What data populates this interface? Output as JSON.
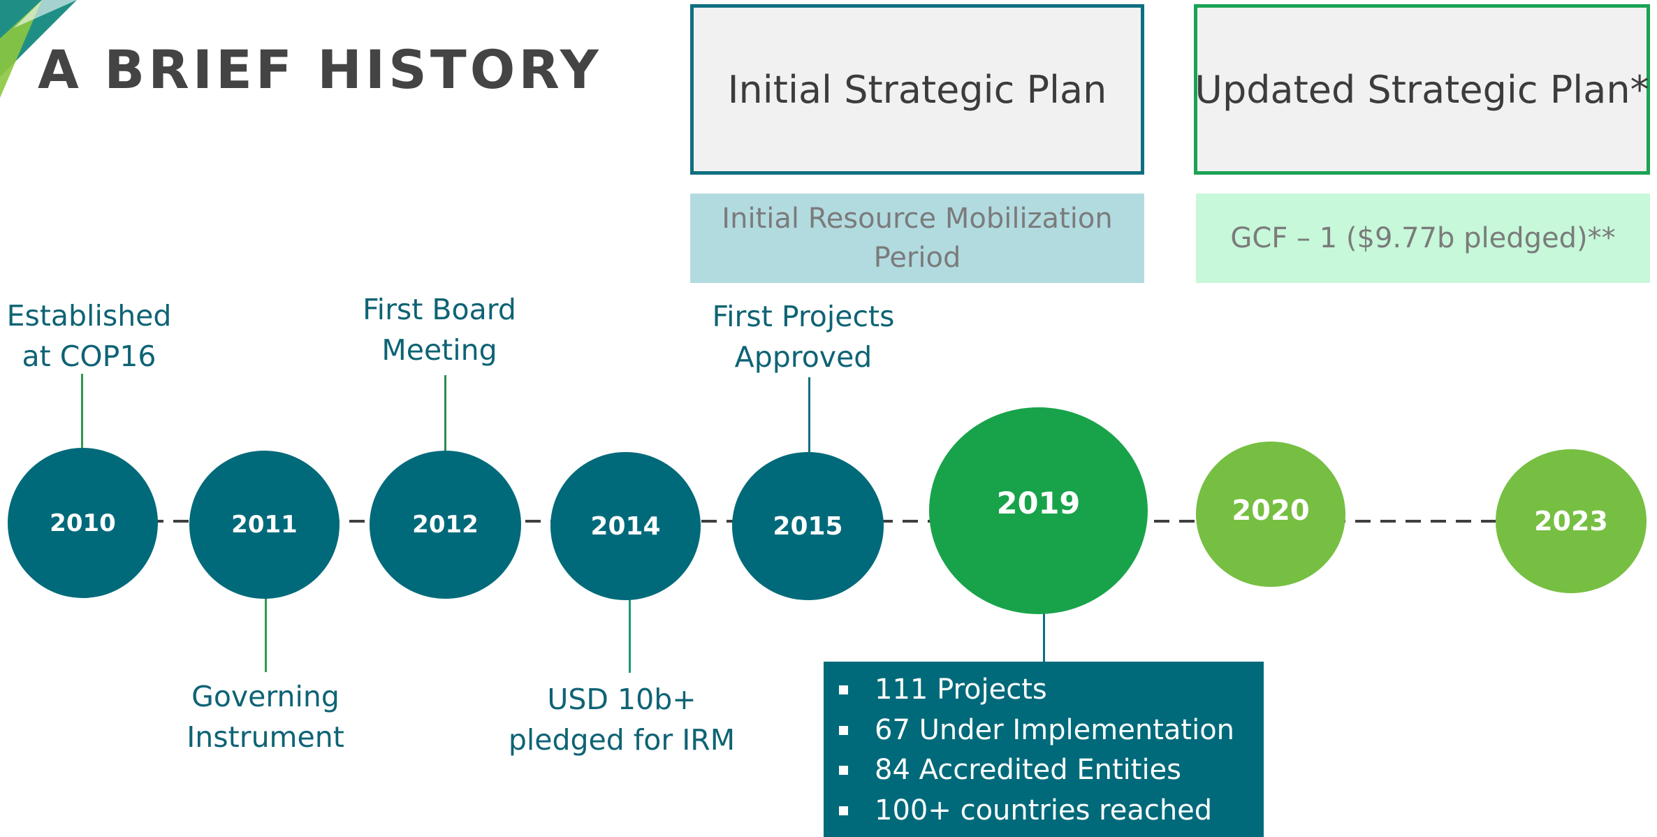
{
  "title": "A BRIEF HISTORY",
  "plans": {
    "initial": "Initial Strategic Plan",
    "updated": "Updated  Strategic Plan*"
  },
  "periods": {
    "irm_line1": "Initial Resource Mobilization",
    "irm_line2": "Period",
    "gcf": "GCF – 1 ($9.77b pledged)**"
  },
  "years": [
    "2010",
    "2011",
    "2012",
    "2014",
    "2015",
    "2019",
    "2020",
    "2023"
  ],
  "events": {
    "cop16": [
      "Established",
      "at COP16"
    ],
    "board": [
      "First Board",
      "Meeting"
    ],
    "projects": [
      "First Projects",
      "Approved"
    ],
    "governing": [
      "Governing",
      "Instrument"
    ],
    "pledged": [
      "USD 10b+",
      "pledged for IRM"
    ]
  },
  "stats": [
    "111 Projects",
    "67 Under Implementation",
    "84 Accredited Entities",
    "100+ countries reached"
  ],
  "colors": {
    "teal": "#006a7a",
    "green": "#18a34a",
    "lime": "#76bf42",
    "title": "#444444",
    "label": "#0e6374"
  }
}
